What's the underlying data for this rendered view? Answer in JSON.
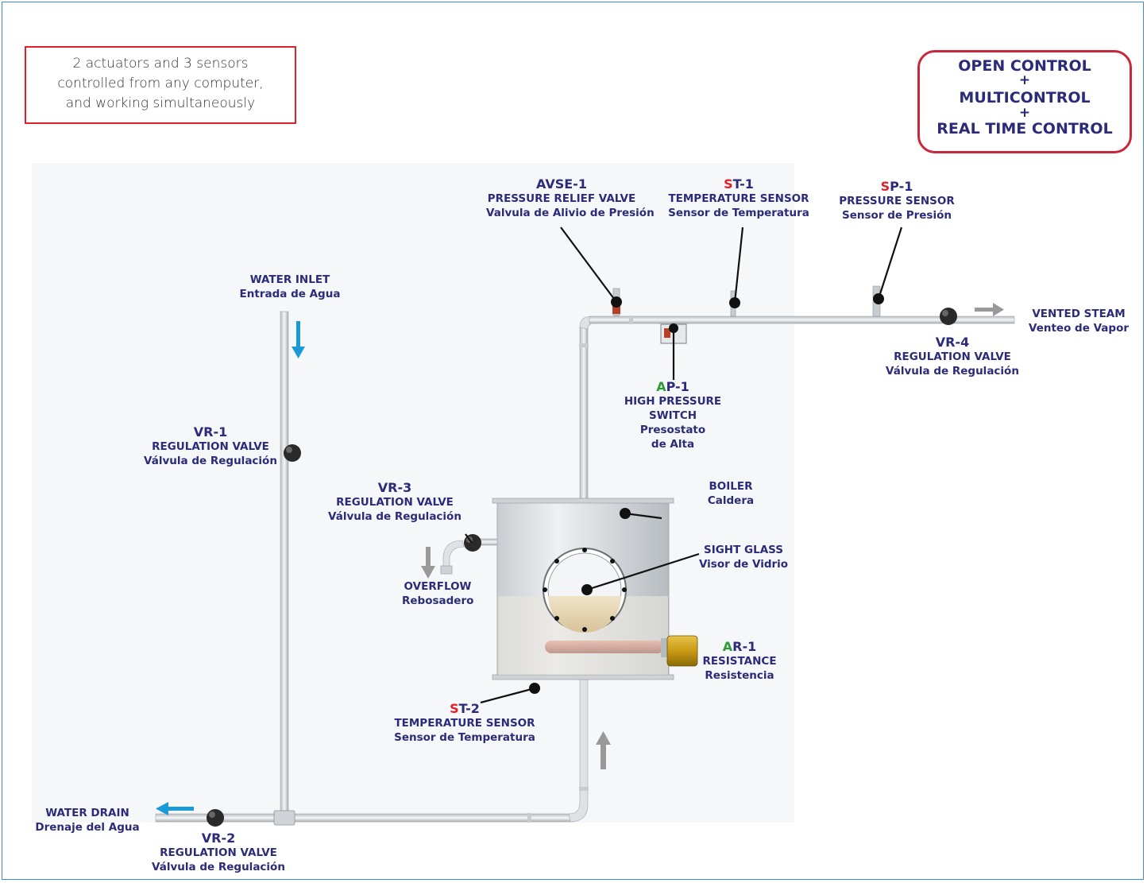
{
  "note_box": {
    "line1": "2 actuators and 3 sensors",
    "line2": "controlled from any computer,",
    "line3": "and working simultaneously"
  },
  "control_box": {
    "line1": "OPEN CONTROL",
    "plus1": "+",
    "line2": "MULTICONTROL",
    "plus2": "+",
    "line3": "REAL TIME CONTROL"
  },
  "labels": {
    "avse1": {
      "tag": "AVSE-1",
      "en": "PRESSURE RELIEF VALVE",
      "es": "Valvula de Alivio de Presión"
    },
    "st1": {
      "tag_first": "S",
      "tag_rest": "T-1",
      "en": "TEMPERATURE SENSOR",
      "es": "Sensor de Temperatura"
    },
    "sp1": {
      "tag_first": "S",
      "tag_rest": "P-1",
      "en": "PRESSURE SENSOR",
      "es": "Sensor de Presión"
    },
    "water_inlet": {
      "en": "WATER INLET",
      "es": "Entrada de Agua"
    },
    "vented_steam": {
      "en": "VENTED STEAM",
      "es": "Venteo de Vapor"
    },
    "vr4": {
      "tag": "VR-4",
      "en": "REGULATION VALVE",
      "es": "Válvula de Regulación"
    },
    "ap1": {
      "tag_first": "A",
      "tag_rest": "P-1",
      "en1": "HIGH PRESSURE",
      "en2": "SWITCH",
      "es1": "Presostato",
      "es2": "de Alta"
    },
    "vr1": {
      "tag": "VR-1",
      "en": "REGULATION VALVE",
      "es": "Válvula de Regulación"
    },
    "vr3": {
      "tag": "VR-3",
      "en": "REGULATION VALVE",
      "es": "Válvula de Regulación"
    },
    "boiler": {
      "en": "BOILER",
      "es": "Caldera"
    },
    "sight_glass": {
      "en": "SIGHT GLASS",
      "es": "Visor de Vidrio"
    },
    "overflow": {
      "en": "OVERFLOW",
      "es": "Rebosadero"
    },
    "ar1": {
      "tag_first": "A",
      "tag_rest": "R-1",
      "en": "RESISTANCE",
      "es": "Resistencia"
    },
    "st2": {
      "tag_first": "S",
      "tag_rest": "T-2",
      "en": "TEMPERATURE SENSOR",
      "es": "Sensor de Temperatura"
    },
    "water_drain": {
      "en": "WATER DRAIN",
      "es": "Drenaje del Agua"
    },
    "vr2": {
      "tag": "VR-2",
      "en": "REGULATION VALVE",
      "es": "Válvula de Regulación"
    }
  },
  "colors": {
    "label_text": "#2b2b7a",
    "sensor_red": "#e0202a",
    "actuator_green": "#2e9a3a",
    "water_arrow": "#1a9ad8",
    "steam_arrow": "#999999",
    "pipe": "#d6dadd"
  }
}
